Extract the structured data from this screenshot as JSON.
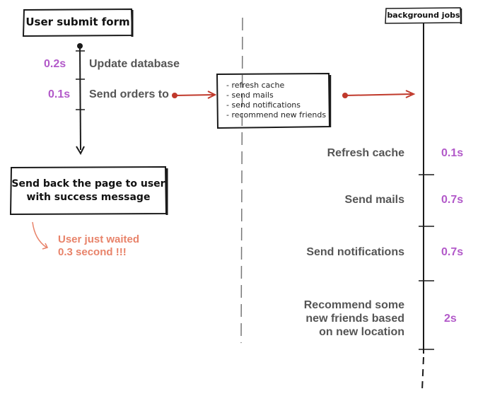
{
  "left": {
    "start_box": "User submit form",
    "steps": [
      {
        "time": "0.2s",
        "label": "Update database"
      },
      {
        "time": "0.1s",
        "label": "Send orders to"
      }
    ],
    "end_box_line1": "Send back the page to user",
    "end_box_line2": "with success message",
    "note_line1": "User just waited",
    "note_line2": "0.3 second !!!"
  },
  "middle": {
    "queue_items": [
      "- refresh cache",
      "- send mails",
      "- send notifications",
      "- recommend new friends"
    ]
  },
  "right": {
    "title": "background jobs",
    "jobs": [
      {
        "label": "Refresh cache",
        "time": "0.1s"
      },
      {
        "label": "Send mails",
        "time": "0.7s"
      },
      {
        "label": "Send notifications",
        "time": "0.7s"
      },
      {
        "label_lines": [
          "Recommend some",
          "new friends based",
          "on new location"
        ],
        "time": "2s"
      }
    ]
  },
  "colors": {
    "ink": "#1a1a1a",
    "grey_text": "#555555",
    "time_purple": "#b259c9",
    "arrow_red": "#c0392b",
    "note_orange": "#e8836a"
  }
}
